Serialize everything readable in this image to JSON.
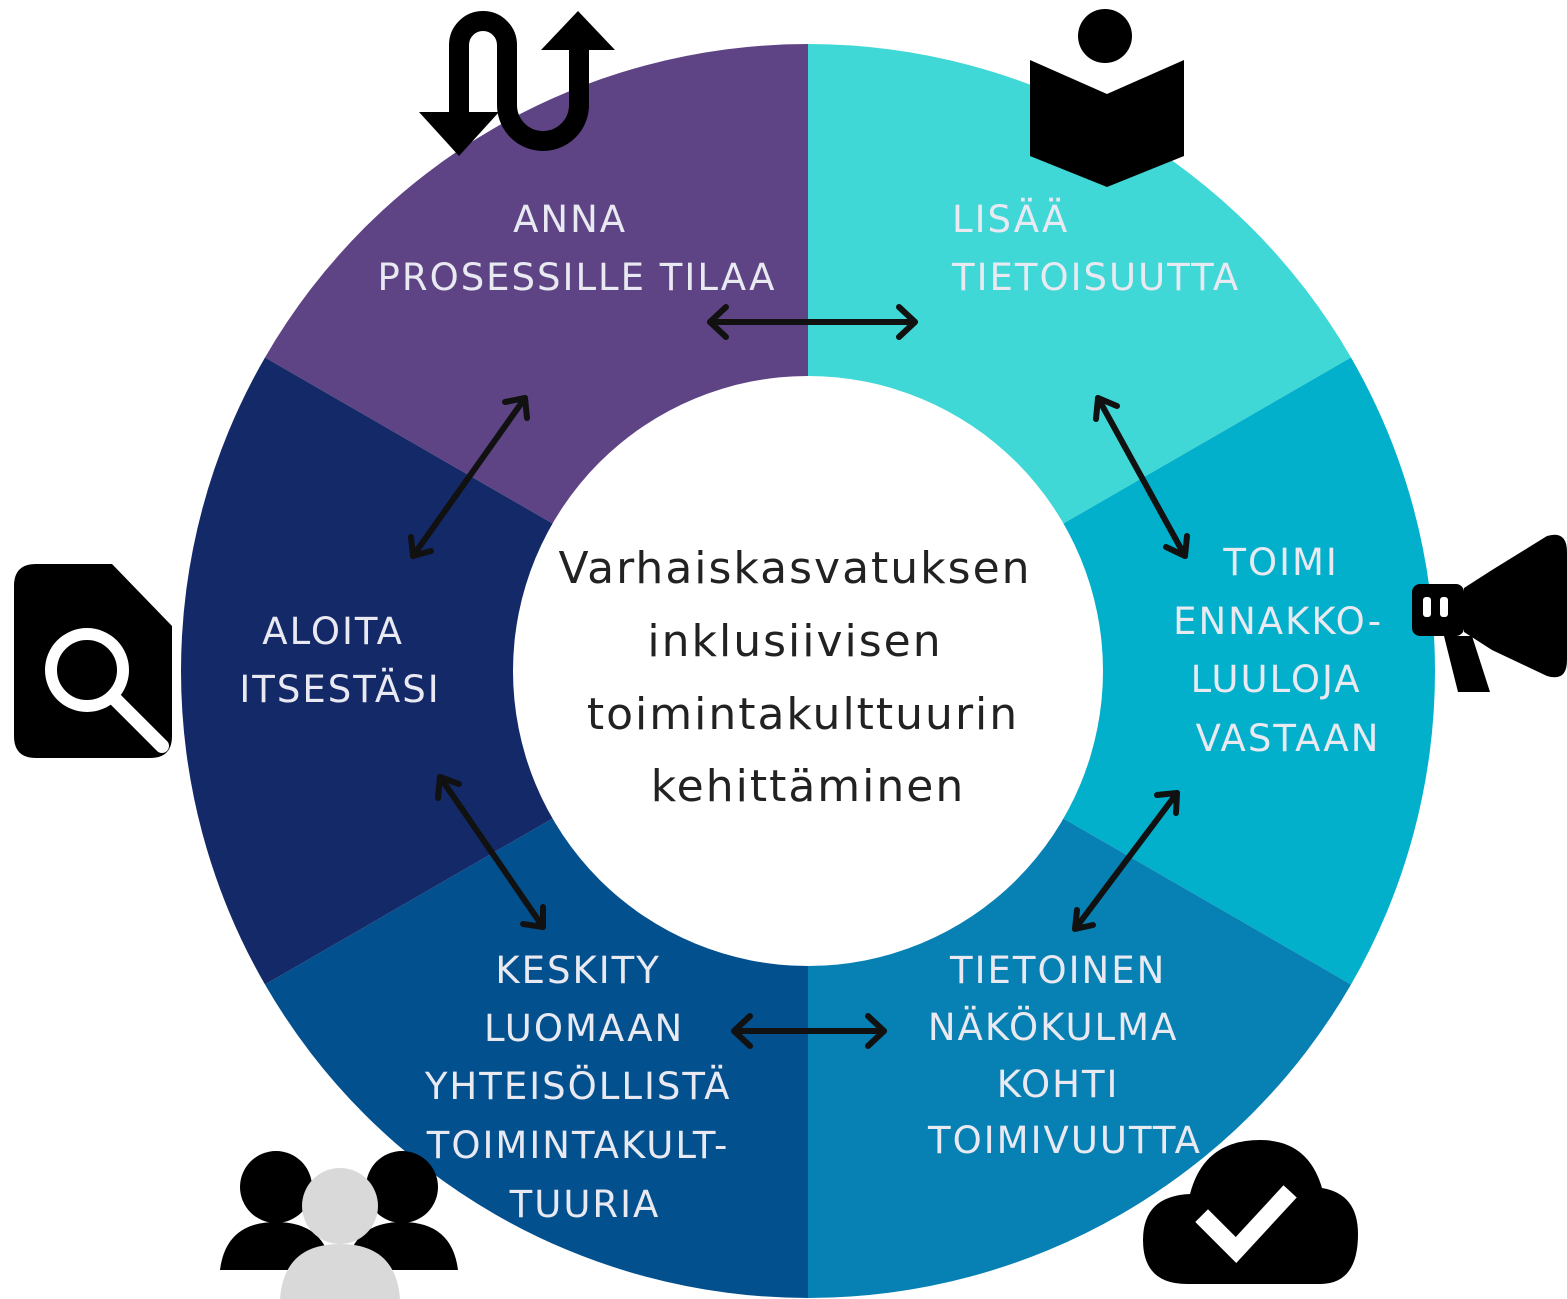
{
  "center": {
    "lines": [
      "Varhaiskasvatuksen",
      "inklusiivisen",
      "toimintakulttuurin",
      "kehittäminen"
    ]
  },
  "segments": [
    {
      "id": "anna",
      "color": "#5e4484",
      "lines": [
        "ANNA",
        "PROSESSILLE TILAA"
      ],
      "icon": "u-turn-arrows-icon"
    },
    {
      "id": "lisaa",
      "color": "#40d8d6",
      "lines": [
        "LISÄÄ",
        "TIETOISUUTTA"
      ],
      "icon": "reading-person-icon"
    },
    {
      "id": "toimi",
      "color": "#02b0cb",
      "lines": [
        "TOIMI",
        "ENNAKKO-",
        "LUULOJA",
        "VASTAAN"
      ],
      "icon": "megaphone-icon"
    },
    {
      "id": "tietoinen",
      "color": "#0780b3",
      "lines": [
        "TIETOINEN",
        "NÄKÖKULMA",
        "KOHTI",
        "TOIMIVUUTTA"
      ],
      "icon": "cloud-check-icon"
    },
    {
      "id": "keskity",
      "color": "#03508f",
      "lines": [
        "KESKITY",
        "LUOMAAN",
        "YHTEISÖLLISTÄ",
        "TOIMINTAKULT-",
        "TUURIA"
      ],
      "icon": "people-group-icon"
    },
    {
      "id": "aloita",
      "color": "#142968",
      "lines": [
        "ALOITA",
        "ITSESTÄSI"
      ],
      "icon": "file-search-icon"
    }
  ],
  "colors": {
    "arrow": "#111111",
    "icon": "#000000",
    "person_light": "#d9d9d9",
    "label_text": "#e9e9f2",
    "center_fill": "#ffffff"
  }
}
